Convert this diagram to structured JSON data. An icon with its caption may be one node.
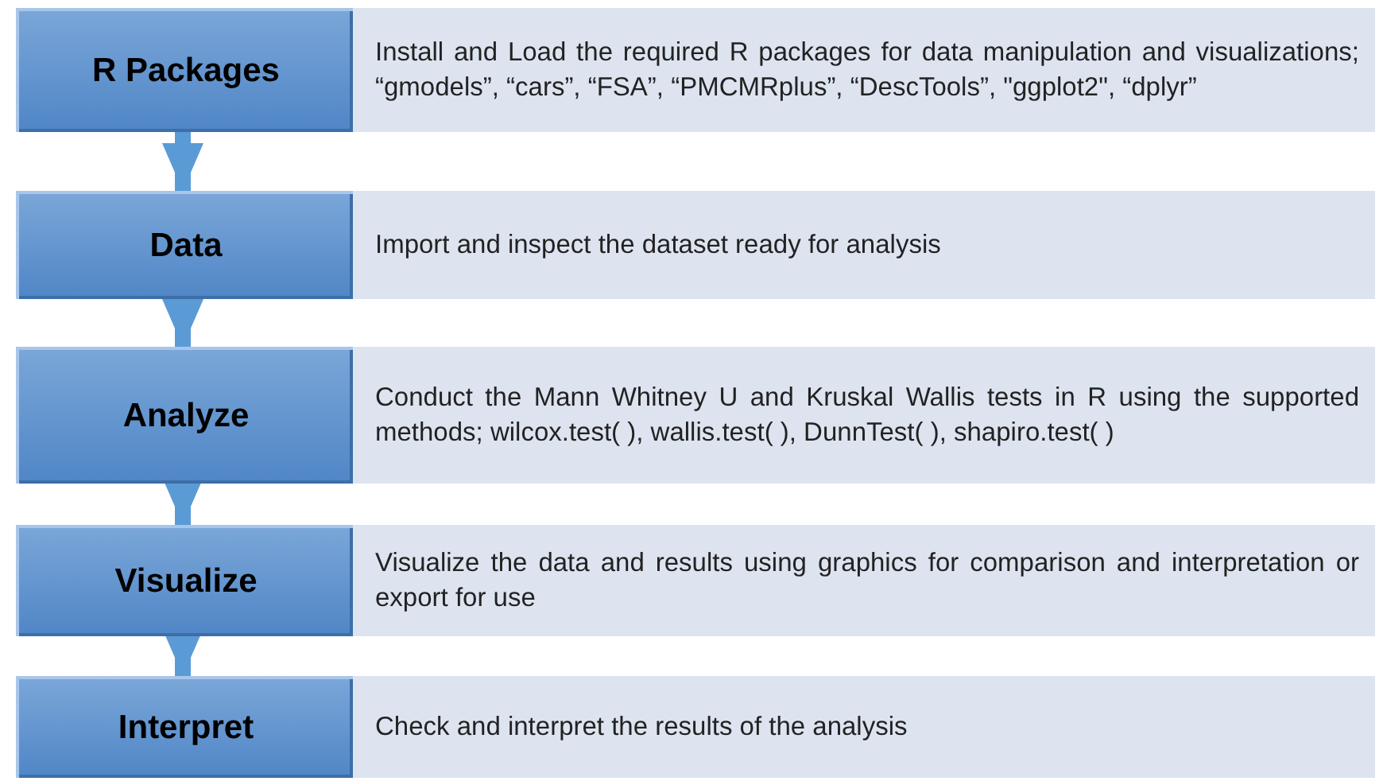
{
  "diagram": {
    "nodes": [
      {
        "text": [
          "R Packages"
        ]
      },
      {
        "text": [
          "Install and Load the required R packages for data manipulation and visualizations; “gmodels”, “cars”, “FSA”, “PMCMRplus”, “DescTools”, \"ggplot2\", “dplyr”"
        ]
      },
      {
        "text": [
          "Data"
        ]
      },
      {
        "text": [
          "Import and inspect the dataset ready for analysis"
        ]
      },
      {
        "text": [
          "Analyze"
        ]
      },
      {
        "text": [
          "Conduct the Mann Whitney U and Kruskal Wallis tests in R using the supported methods; wilcox.test( ), wallis.test( ), DunnTest( ), shapiro.test( )"
        ]
      },
      {
        "text": [
          "Visualize"
        ]
      },
      {
        "text": [
          "Visualize the data and results using graphics for comparison and interpretation or export for use"
        ]
      },
      {
        "text": [
          "Interpret"
        ]
      },
      {
        "text": [
          "Check and interpret the results of the analysis"
        ]
      }
    ],
    "edges": [
      {
        "from": 0,
        "to": 2,
        "arrow": "to"
      },
      {
        "from": 2,
        "to": 4,
        "arrow": "to"
      },
      {
        "from": 4,
        "to": 6,
        "arrow": "to"
      },
      {
        "from": 6,
        "to": 8,
        "arrow": "to"
      }
    ]
  }
}
